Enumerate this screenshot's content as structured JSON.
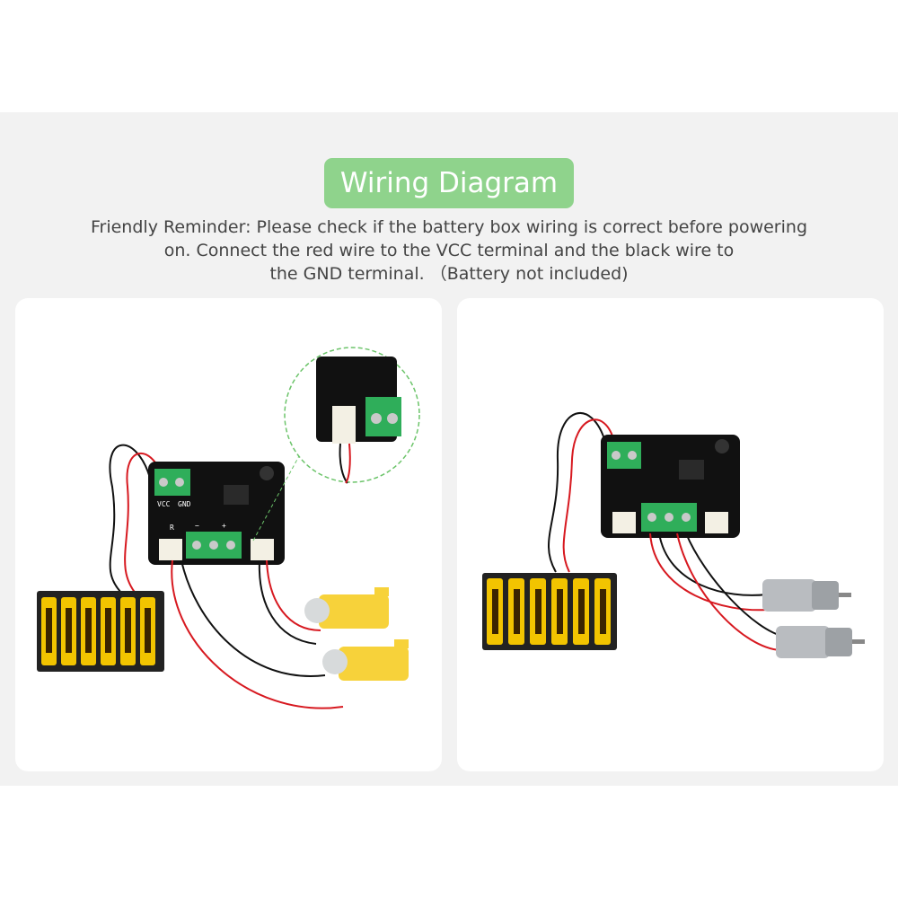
{
  "header": {
    "title": "Wiring Diagram",
    "reminder_lines": [
      "Friendly Reminder: Please check if the battery box wiring is correct before powering",
      "on. Connect the red wire to the VCC terminal and the black wire to",
      "the GND terminal. （Battery not included)"
    ]
  },
  "board": {
    "vcc": "VCC",
    "gnd": "GND",
    "r": "R",
    "minus": "−",
    "plus": "+"
  },
  "colors": {
    "title_pill": "#8fd38c",
    "band": "#f2f2f2",
    "panel": "#ffffff",
    "pcb": "#111111",
    "terminal": "#2fae5a",
    "red_wire": "#d71920",
    "black_wire": "#111111",
    "battery": "#f2c400",
    "yellow_motor": "#f7d23a",
    "metal_motor": "#b9bcc0",
    "zoom_circle": "#6cc46a"
  },
  "icons": [
    "battery-box-icon",
    "motor-driver-board-icon",
    "yellow-gear-motor-icon",
    "metal-gear-motor-icon",
    "magnifier-circle-icon"
  ]
}
